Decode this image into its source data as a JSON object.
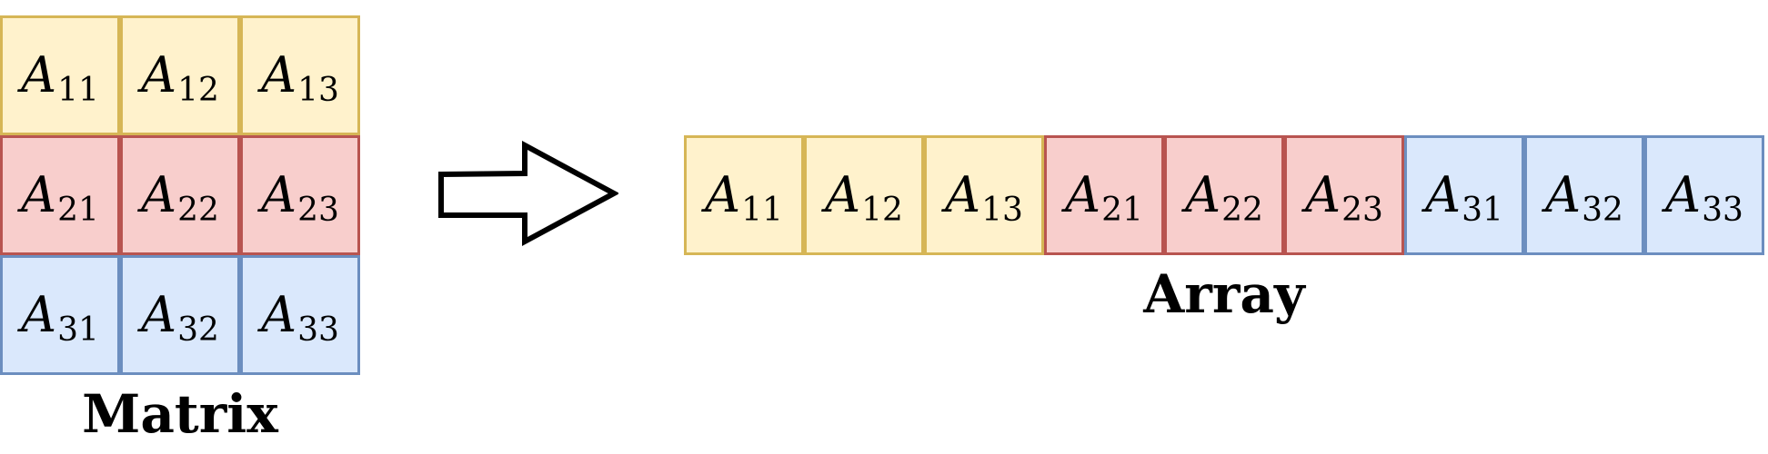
{
  "matrix": {
    "caption": "Matrix",
    "rows": [
      [
        {
          "base": "A",
          "sub": "11"
        },
        {
          "base": "A",
          "sub": "12"
        },
        {
          "base": "A",
          "sub": "13"
        }
      ],
      [
        {
          "base": "A",
          "sub": "21"
        },
        {
          "base": "A",
          "sub": "22"
        },
        {
          "base": "A",
          "sub": "23"
        }
      ],
      [
        {
          "base": "A",
          "sub": "31"
        },
        {
          "base": "A",
          "sub": "32"
        },
        {
          "base": "A",
          "sub": "33"
        }
      ]
    ]
  },
  "array": {
    "caption": "Array",
    "cells": [
      {
        "base": "A",
        "sub": "11"
      },
      {
        "base": "A",
        "sub": "12"
      },
      {
        "base": "A",
        "sub": "13"
      },
      {
        "base": "A",
        "sub": "21"
      },
      {
        "base": "A",
        "sub": "22"
      },
      {
        "base": "A",
        "sub": "23"
      },
      {
        "base": "A",
        "sub": "31"
      },
      {
        "base": "A",
        "sub": "32"
      },
      {
        "base": "A",
        "sub": "33"
      }
    ]
  },
  "row_colors": [
    {
      "fill": "#fff2cc",
      "stroke": "#d6b656"
    },
    {
      "fill": "#f8cecc",
      "stroke": "#b85450"
    },
    {
      "fill": "#dae8fc",
      "stroke": "#6c8ebf"
    }
  ],
  "arrow": {
    "icon": "right-arrow-icon",
    "stroke": "#000000",
    "fill": "#ffffff"
  }
}
